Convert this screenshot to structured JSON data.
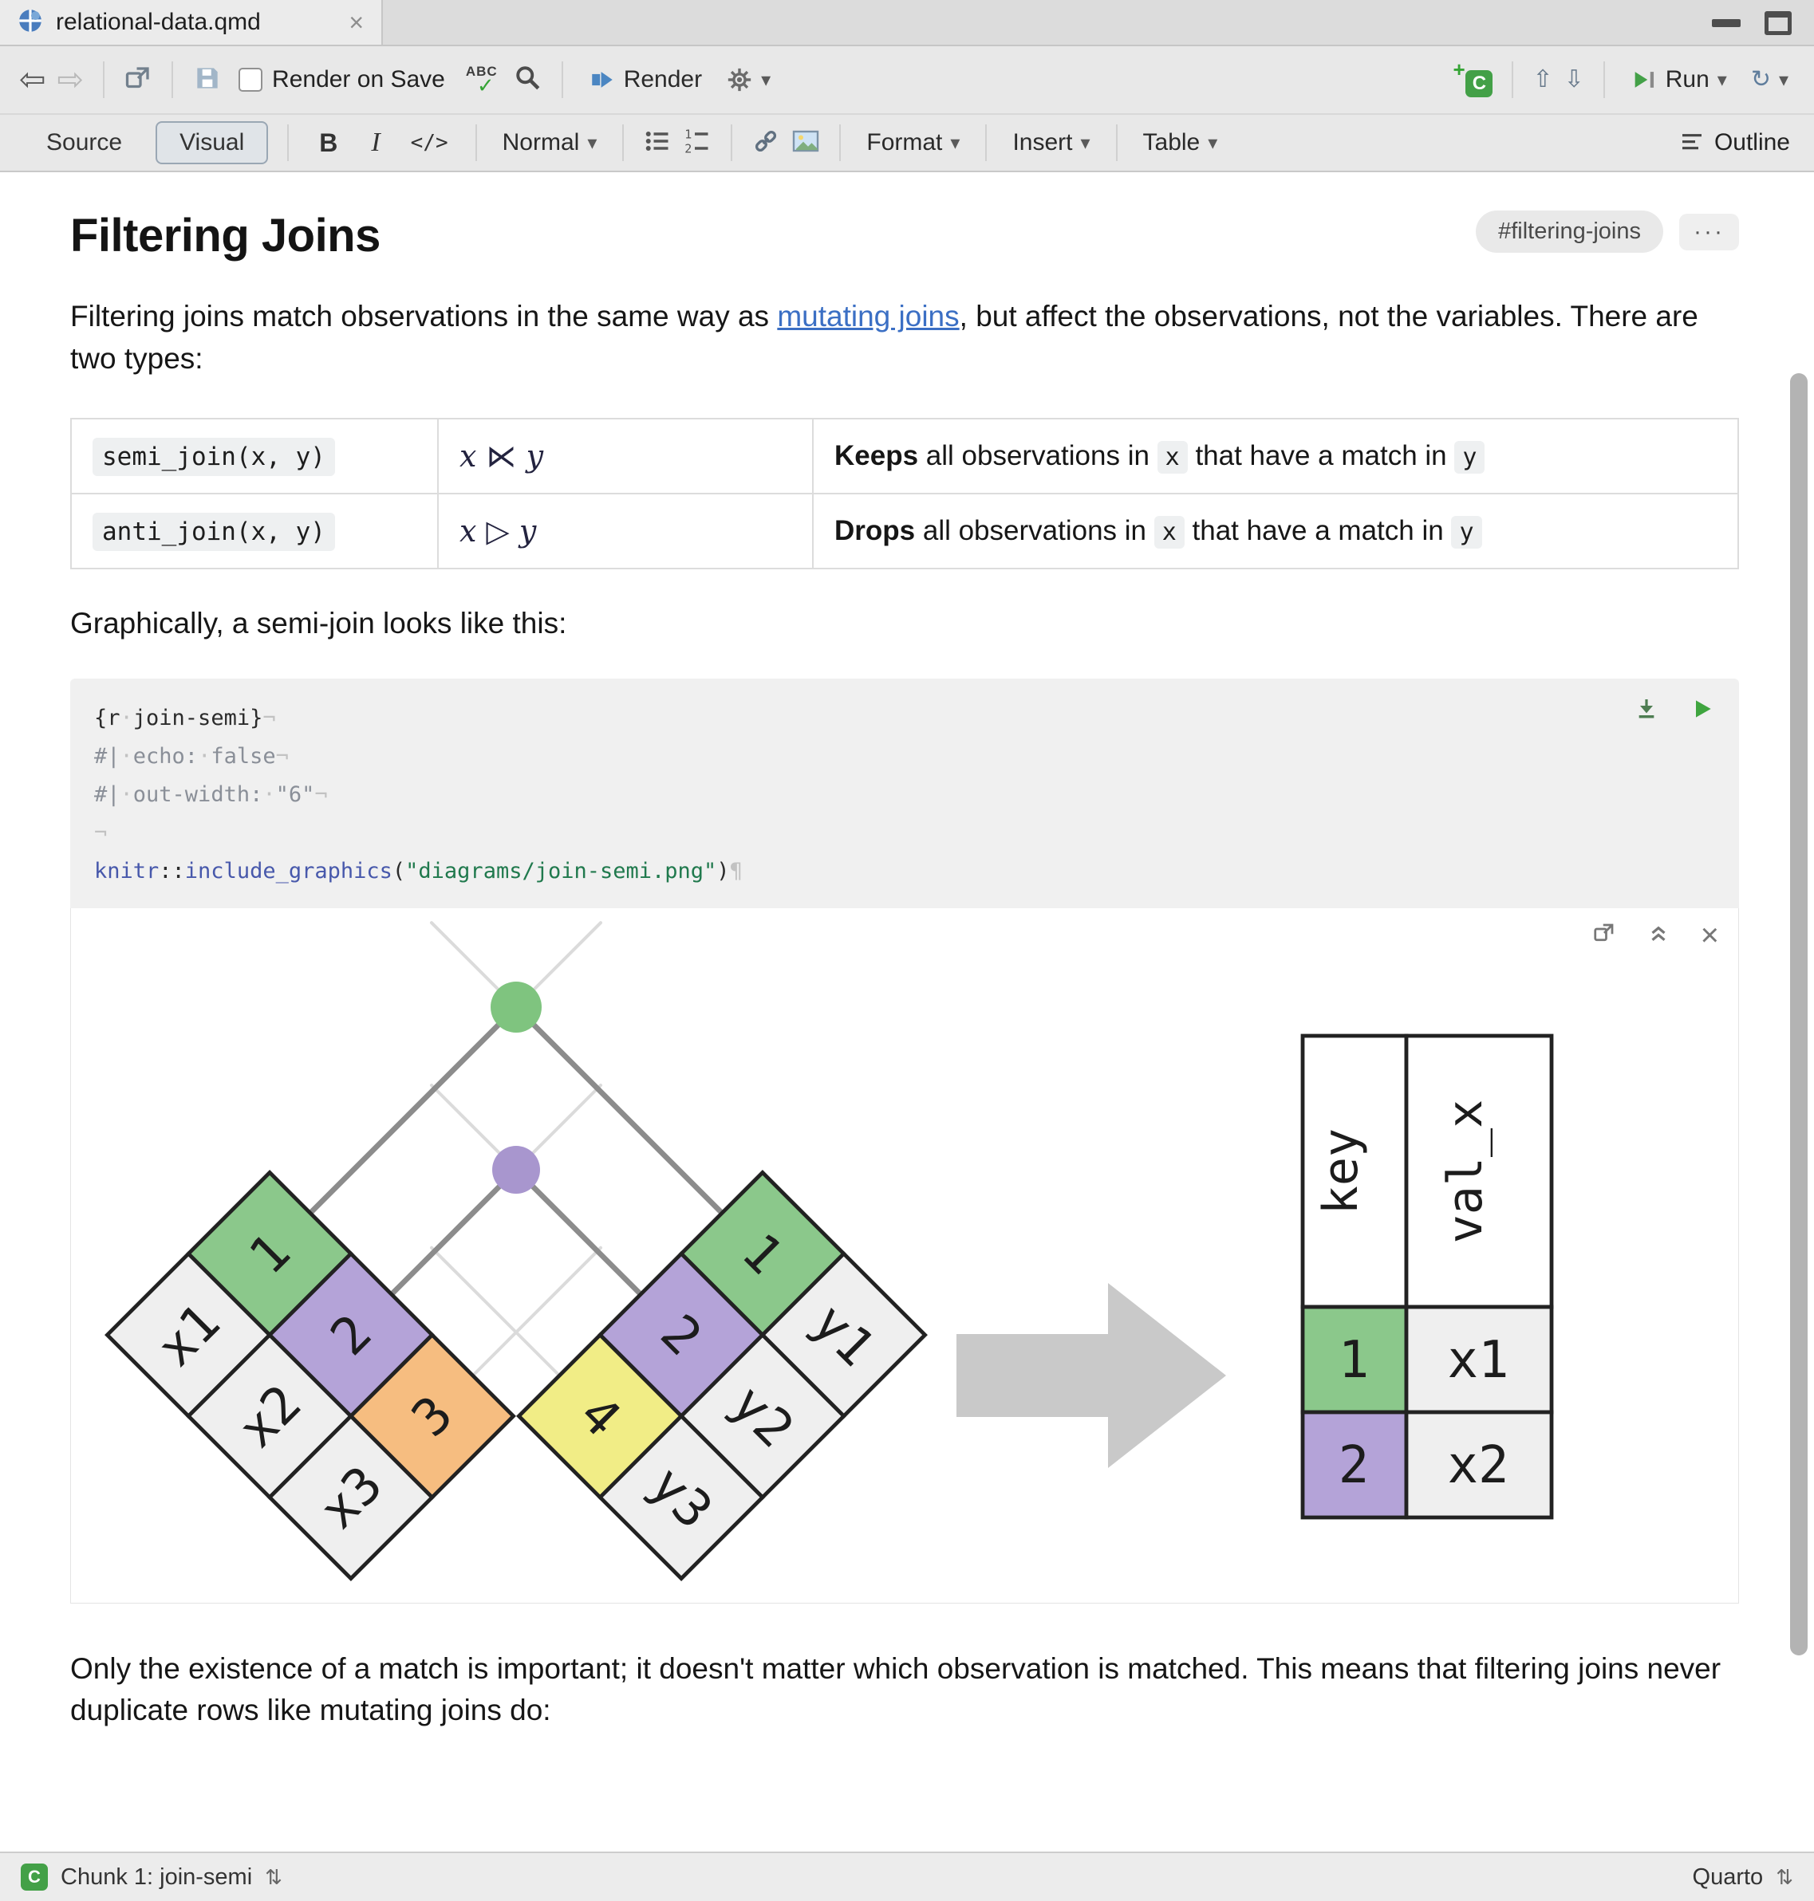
{
  "icons": {
    "back": "⇦",
    "forward": "⇨",
    "caret": "▾",
    "up_arrow": "⇧",
    "down_arrow": "⇩",
    "rerun": "↻",
    "updown": "⇅",
    "close_tab": "×",
    "close": "×",
    "more": "···",
    "check": "✓",
    "abc": "ABC",
    "chunk_c": "C",
    "plus": "+"
  },
  "tab": {
    "title": "relational-data.qmd"
  },
  "toolbar": {
    "render_on_save": "Render on Save",
    "render": "Render",
    "run": "Run"
  },
  "formatbar": {
    "source": "Source",
    "visual": "Visual",
    "bold": "B",
    "italic": "I",
    "code": "</>",
    "style": "Normal",
    "format": "Format",
    "insert": "Insert",
    "table": "Table",
    "outline": "Outline"
  },
  "doc": {
    "title": "Filtering Joins",
    "anchor": "#filtering-joins",
    "p1_pre": "Filtering joins match observations in the same way as ",
    "p1_link": "mutating joins",
    "p1_post": ", but affect the observations, not the variables. There are two types:",
    "table": {
      "rows": [
        {
          "code": "semi_join(x, y)",
          "math": "x ⋉ y",
          "verb": "Keeps",
          "mid1": " all observations in ",
          "cx": "x",
          "mid2": " that have a match in ",
          "cy": "y"
        },
        {
          "code": "anti_join(x, y)",
          "math": "x ▷ y",
          "verb": "Drops",
          "mid1": " all observations in ",
          "cx": "x",
          "mid2": " that have a match in ",
          "cy": "y"
        }
      ]
    },
    "p2": "Graphically, a semi-join looks like this:",
    "p3": "Only the existence of a match is important; it doesn't matter which observation is matched. This means that filtering joins never duplicate rows like mutating joins do:"
  },
  "chunk": {
    "lines": [
      [
        {
          "t": "{r",
          "c": "pl"
        },
        {
          "t": "·",
          "c": "ws"
        },
        {
          "t": "join-semi}",
          "c": "pl"
        },
        {
          "t": "¬",
          "c": "ws"
        }
      ],
      [
        {
          "t": "#|",
          "c": "co"
        },
        {
          "t": "·",
          "c": "ws"
        },
        {
          "t": "echo:",
          "c": "co"
        },
        {
          "t": "·",
          "c": "ws"
        },
        {
          "t": "false",
          "c": "co"
        },
        {
          "t": "¬",
          "c": "ws"
        }
      ],
      [
        {
          "t": "#|",
          "c": "co"
        },
        {
          "t": "·",
          "c": "ws"
        },
        {
          "t": "out-width:",
          "c": "co"
        },
        {
          "t": "·",
          "c": "ws"
        },
        {
          "t": "\"6\"",
          "c": "co"
        },
        {
          "t": "¬",
          "c": "ws"
        }
      ],
      [
        {
          "t": "¬",
          "c": "ws"
        }
      ],
      [
        {
          "t": "knitr",
          "c": "fn"
        },
        {
          "t": "::",
          "c": "pl"
        },
        {
          "t": "include_graphics",
          "c": "fn"
        },
        {
          "t": "(",
          "c": "pl"
        },
        {
          "t": "\"diagrams/join-semi.png\"",
          "c": "st"
        },
        {
          "t": ")",
          "c": "pl"
        },
        {
          "t": "¶",
          "c": "ws"
        }
      ]
    ]
  },
  "diagram": {
    "colors": {
      "green": "#8BC88B",
      "purple": "#B4A3D8",
      "orange": "#F6BD80",
      "yellow": "#F1ED86",
      "cell": "#FFFFFF",
      "cell_light": "#EFEFEF",
      "border": "#222222",
      "line_light": "#DBDBDB",
      "line_dark": "#8C8C8C",
      "dot_green": "#7FC47F",
      "dot_purple": "#A896CE",
      "arrow": "#C9C9C9"
    },
    "x": {
      "labels": [
        "x1",
        "x2",
        "x3"
      ],
      "keys": [
        "1",
        "2",
        "3"
      ]
    },
    "y": {
      "keys": [
        "1",
        "2",
        "4"
      ],
      "labels": [
        "y1",
        "y2",
        "y3"
      ]
    },
    "result": {
      "col1": "key",
      "col2": "val_x",
      "rows": [
        {
          "key": "1",
          "val": "x1"
        },
        {
          "key": "2",
          "val": "x2"
        }
      ]
    }
  },
  "statusbar": {
    "chunk_label": "Chunk 1: join-semi",
    "mode": "Quarto"
  }
}
